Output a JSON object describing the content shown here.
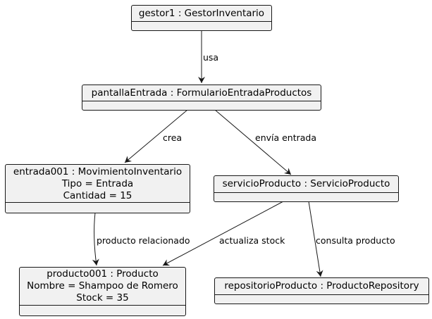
{
  "objects": {
    "gestor": {
      "title": "gestor1 : GestorInventario"
    },
    "pantalla": {
      "title": "pantallaEntrada : FormularioEntradaProductos"
    },
    "entrada": {
      "title": "entrada001 : MovimientoInventario",
      "attrs": [
        "Tipo = Entrada",
        "Cantidad = 15"
      ]
    },
    "servicio": {
      "title": "servicioProducto : ServicioProducto"
    },
    "producto": {
      "title": "producto001 : Producto",
      "attrs": [
        "Nombre = Shampoo de Romero",
        "Stock = 35"
      ]
    },
    "repositorio": {
      "title": "repositorioProducto : ProductoRepository"
    }
  },
  "links": {
    "usa": "usa",
    "crea": "crea",
    "envia": "envía entrada",
    "producto_relacionado": "producto relacionado",
    "actualiza": "actualiza stock",
    "consulta": "consulta producto"
  },
  "colors": {
    "box_fill": "#f1f1f1",
    "stroke": "#181818"
  }
}
